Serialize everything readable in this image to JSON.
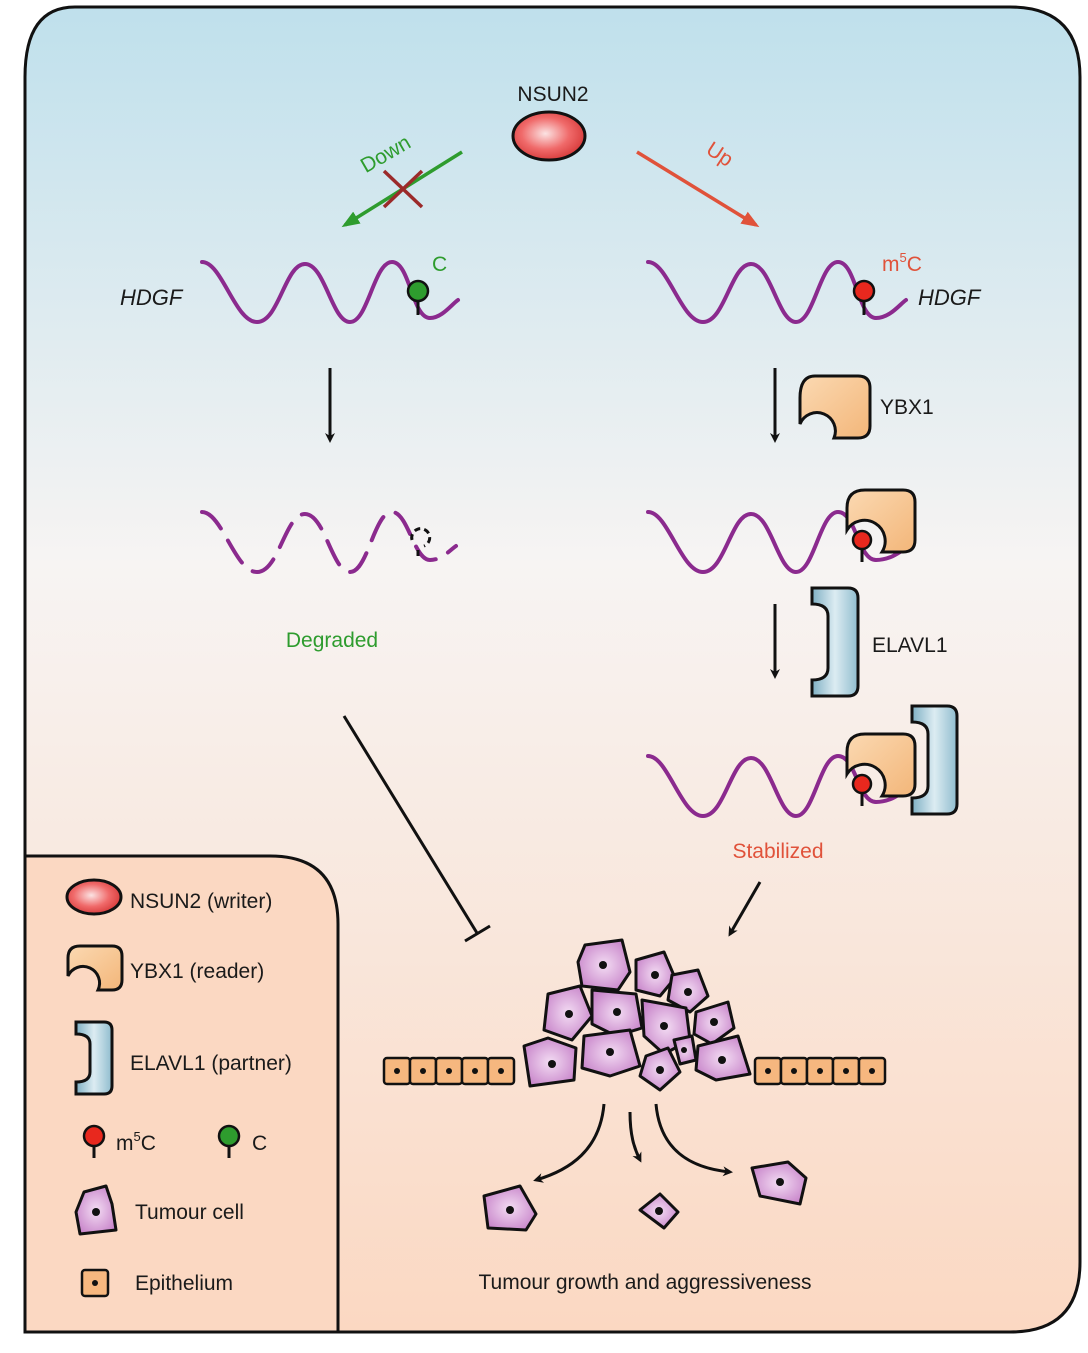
{
  "writer": {
    "label": "NSUN2"
  },
  "branches": {
    "down_label": "Down",
    "up_label": "Up"
  },
  "rna": {
    "gene_left": "HDGF",
    "gene_right": "HDGF",
    "c_label": "C",
    "m5c_label_m": "m",
    "m5c_label_sup": "5",
    "m5c_label_c": "C"
  },
  "proteins": {
    "ybx1": "YBX1",
    "elavl1": "ELAVL1"
  },
  "outcomes": {
    "degraded": "Degraded",
    "stabilized": "Stabilized",
    "tumour": "Tumour growth and aggressiveness"
  },
  "legend": {
    "nsun2": "NSUN2 (writer)",
    "ybx1": "YBX1 (reader)",
    "elavl1": "ELAVL1 (partner)",
    "m5c_m": "m",
    "m5c_sup": "5",
    "m5c_c": "C",
    "c": "C",
    "tumour_cell": "Tumour cell",
    "epithelium": "Epithelium"
  },
  "colors": {
    "down": "#2e9c2e",
    "up": "#e0523a",
    "rna": "#8b2a8e",
    "bg_top": "#bfe0ec",
    "bg_bottom": "#fbdcc6"
  }
}
